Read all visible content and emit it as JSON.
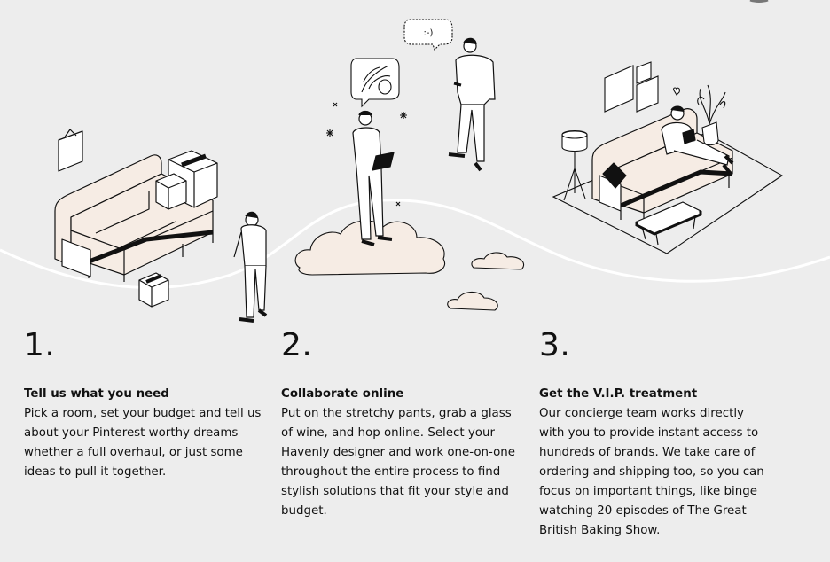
{
  "illustration": {
    "speech_bubble_text": ":-)"
  },
  "steps": [
    {
      "number": "1.",
      "title": "Tell us what you need",
      "body": "Pick a room, set your budget and tell us about your Pinterest worthy dreams – whether a full overhaul, or just some ideas to pull it together."
    },
    {
      "number": "2.",
      "title": "Collaborate online",
      "body": "Put on the stretchy pants, grab a glass of wine, and hop online. Select your Havenly designer and work one-on-one throughout the entire process to find stylish solutions that fit your style and budget."
    },
    {
      "number": "3.",
      "title": "Get the V.I.P. treatment",
      "body": "Our concierge team works directly with you to provide instant access to hundreds of brands. We take care of ordering and shipping too, so you can focus on important things, like binge watching 20 episodes of The Great British Baking Show."
    }
  ],
  "colors": {
    "background": "#ededed",
    "cushion": "#f6ece4",
    "line": "#111111",
    "wave": "#ffffff"
  }
}
